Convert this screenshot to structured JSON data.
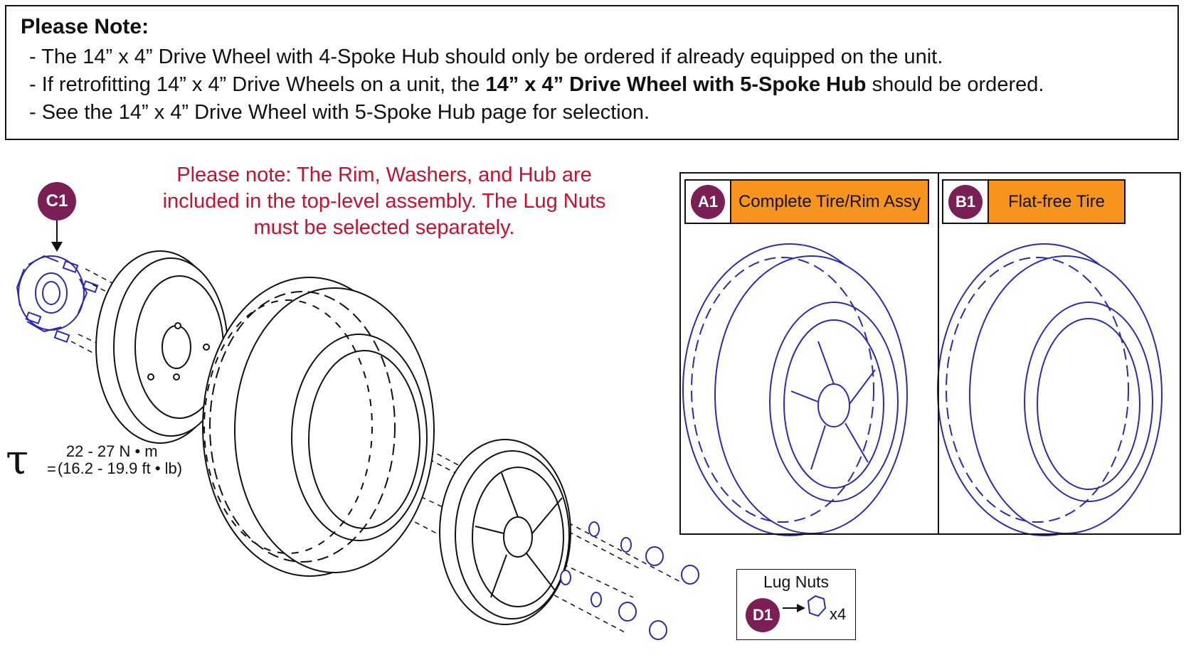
{
  "note": {
    "title": "Please Note:",
    "line1": "- The 14” x 4” Drive Wheel with 4-Spoke Hub should only be ordered if already equipped on the unit.",
    "line2_pre": "- If retrofitting 14” x 4” Drive Wheels on a unit, the ",
    "line2_bold": "14” x 4” Drive Wheel with 5-Spoke Hub",
    "line2_post": " should be ordered.",
    "line3": "- See the 14” x 4” Drive Wheel with 5-Spoke Hub page for selection."
  },
  "red_note": "Please note: The Rim, Washers, and Hub are included in the top-level assembly. The Lug Nuts must be selected separately.",
  "callouts": {
    "c1": "C1",
    "a1": "A1",
    "b1": "B1",
    "d1": "D1"
  },
  "panels": {
    "a1_label": "Complete Tire/Rim Assy",
    "b1_label": "Flat-free Tire"
  },
  "torque": {
    "symbol": "τ",
    "eq": "=",
    "metric": "22 - 27 N • m",
    "imperial": "(16.2 - 19.9 ft • lb)"
  },
  "lug_nuts": {
    "title": "Lug Nuts",
    "qty": "x4"
  },
  "colors": {
    "callout": "#7b1f57",
    "label_fill": "#f7941d",
    "highlight_blue": "#2b2bb0",
    "note_red": "#c8102e"
  }
}
